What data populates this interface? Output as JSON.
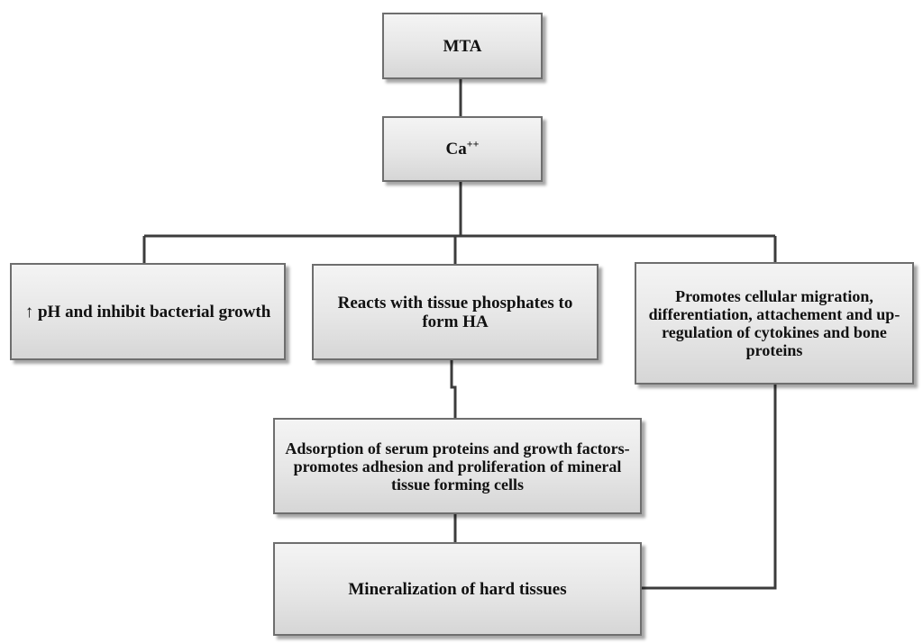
{
  "nodes": {
    "mta": "MTA",
    "ca_base": "Ca",
    "ca_superscript": "++",
    "ph": "↑ pH and inhibit bacterial growth",
    "reacts": "Reacts with tissue phosphates to form HA",
    "promotes": "Promotes cellular migration, differentiation, attachement and up-regulation of cytokines and bone proteins",
    "adsorption": "Adsorption of serum proteins and growth factors-promotes adhesion and proliferation of mineral tissue forming cells",
    "mineral": "Mineralization of hard tissues"
  },
  "edges": [
    {
      "from": "mta",
      "to": "ca"
    },
    {
      "from": "ca",
      "to": "ph"
    },
    {
      "from": "ca",
      "to": "reacts"
    },
    {
      "from": "ca",
      "to": "promotes"
    },
    {
      "from": "reacts",
      "to": "adsorption"
    },
    {
      "from": "adsorption",
      "to": "mineral"
    },
    {
      "from": "promotes",
      "to": "mineral"
    }
  ],
  "colors": {
    "connector": "#3c3c3c",
    "box_border": "#6e6e6e",
    "box_fill_top": "#f4f4f4",
    "box_fill_bottom": "#d6d6d6"
  }
}
